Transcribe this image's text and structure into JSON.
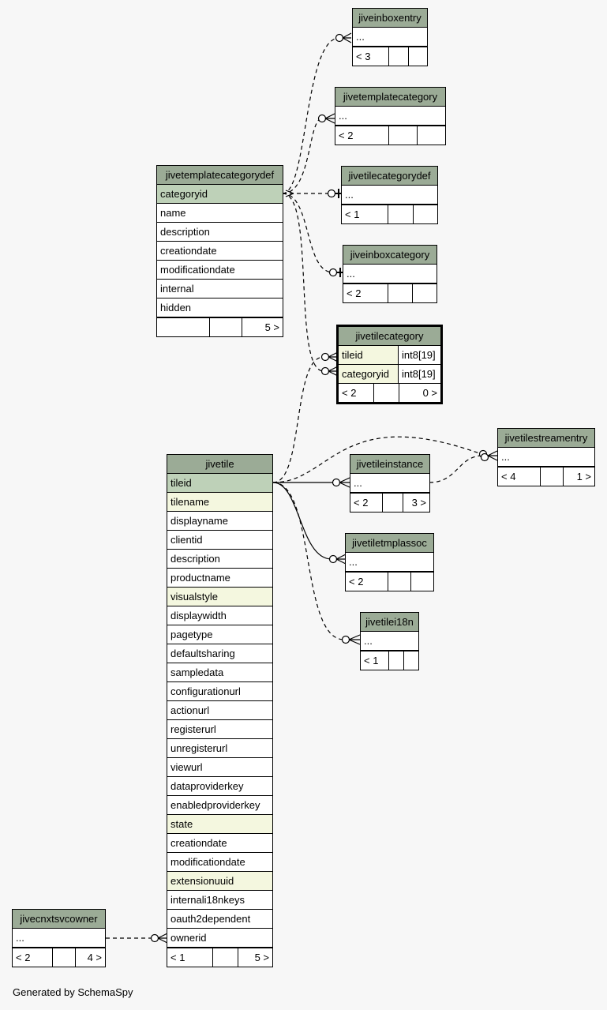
{
  "tables": {
    "jiveinboxentry": {
      "name": "jiveinboxentry",
      "rows": [
        "..."
      ],
      "footer": [
        "< 3",
        "",
        ""
      ]
    },
    "jivetemplatecategory": {
      "name": "jivetemplatecategory",
      "rows": [
        "..."
      ],
      "footer": [
        "< 2",
        "",
        ""
      ]
    },
    "jivetilecategorydef": {
      "name": "jivetilecategorydef",
      "rows": [
        "..."
      ],
      "footer": [
        "< 1",
        "",
        ""
      ]
    },
    "jiveinboxcategory": {
      "name": "jiveinboxcategory",
      "rows": [
        "..."
      ],
      "footer": [
        "< 2",
        "",
        ""
      ]
    },
    "jivetemplatecategorydef": {
      "name": "jivetemplatecategorydef",
      "rows": [
        "categoryid",
        "name",
        "description",
        "creationdate",
        "modificationdate",
        "internal",
        "hidden"
      ],
      "footer": [
        "",
        "",
        "5 >"
      ]
    },
    "jivetilecategory": {
      "name": "jivetilecategory",
      "columns": [
        {
          "name": "tileid",
          "type": "int8[19]"
        },
        {
          "name": "categoryid",
          "type": "int8[19]"
        }
      ],
      "footer": [
        "< 2",
        "",
        "0 >"
      ]
    },
    "jivetilestreamentry": {
      "name": "jivetilestreamentry",
      "rows": [
        "..."
      ],
      "footer": [
        "< 4",
        "",
        "1 >"
      ]
    },
    "jivetileinstance": {
      "name": "jivetileinstance",
      "rows": [
        "..."
      ],
      "footer": [
        "< 2",
        "",
        "3 >"
      ]
    },
    "jivetile": {
      "name": "jivetile",
      "rows": [
        "tileid",
        "tilename",
        "displayname",
        "clientid",
        "description",
        "productname",
        "visualstyle",
        "displaywidth",
        "pagetype",
        "defaultsharing",
        "sampledata",
        "configurationurl",
        "actionurl",
        "registerurl",
        "unregisterurl",
        "viewurl",
        "dataproviderkey",
        "enabledproviderkey",
        "state",
        "creationdate",
        "modificationdate",
        "extensionuuid",
        "internali18nkeys",
        "oauth2dependent",
        "ownerid"
      ],
      "footer": [
        "< 1",
        "",
        "5 >"
      ]
    },
    "jivetiletmplassoc": {
      "name": "jivetiletmplassoc",
      "rows": [
        "..."
      ],
      "footer": [
        "< 2",
        "",
        ""
      ]
    },
    "jivetilei18n": {
      "name": "jivetilei18n",
      "rows": [
        "..."
      ],
      "footer": [
        "< 1",
        "",
        ""
      ]
    },
    "jivecnxtsvcowner": {
      "name": "jivecnxtsvcowner",
      "rows": [
        "..."
      ],
      "footer": [
        "< 2",
        "",
        "4 >"
      ]
    }
  },
  "generated_by": "Generated by SchemaSpy",
  "colors": {
    "header": "#9bab96",
    "primary_key": "#bed1b8",
    "indexed": "#f4f7df",
    "background": "#f7f7f7"
  }
}
